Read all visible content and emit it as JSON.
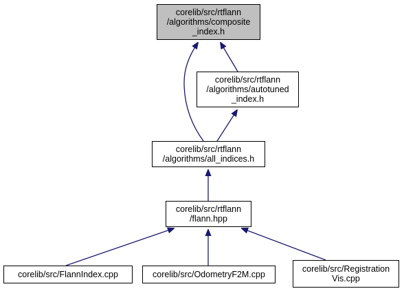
{
  "colors": {
    "edge": "#191970",
    "node_border": "#000000",
    "current_fill": "#bfbfbf",
    "node_fill": "#ffffff"
  },
  "nodes": [
    {
      "id": "composite_index",
      "lines": [
        "corelib/src/rtflann",
        "/algorithms/composite",
        "_index.h"
      ],
      "current": true
    },
    {
      "id": "autotuned_index",
      "lines": [
        "corelib/src/rtflann",
        "/algorithms/autotuned",
        "_index.h"
      ],
      "current": false
    },
    {
      "id": "all_indices",
      "lines": [
        "corelib/src/rtflann",
        "/algorithms/all_indices.h"
      ],
      "current": false
    },
    {
      "id": "flann_hpp",
      "lines": [
        "corelib/src/rtflann",
        "/flann.hpp"
      ],
      "current": false
    },
    {
      "id": "flann_index_cpp",
      "lines": [
        "corelib/src/FlannIndex.cpp"
      ],
      "current": false
    },
    {
      "id": "odometry_f2m_cpp",
      "lines": [
        "corelib/src/OdometryF2M.cpp"
      ],
      "current": false
    },
    {
      "id": "registration_vis_cpp",
      "lines": [
        "corelib/src/Registration",
        "Vis.cpp"
      ],
      "current": false
    }
  ],
  "edges": [
    {
      "from": "autotuned_index",
      "to": "composite_index"
    },
    {
      "from": "all_indices",
      "to": "composite_index"
    },
    {
      "from": "all_indices",
      "to": "autotuned_index"
    },
    {
      "from": "flann_hpp",
      "to": "all_indices"
    },
    {
      "from": "flann_index_cpp",
      "to": "flann_hpp"
    },
    {
      "from": "odometry_f2m_cpp",
      "to": "flann_hpp"
    },
    {
      "from": "registration_vis_cpp",
      "to": "flann_hpp"
    }
  ]
}
